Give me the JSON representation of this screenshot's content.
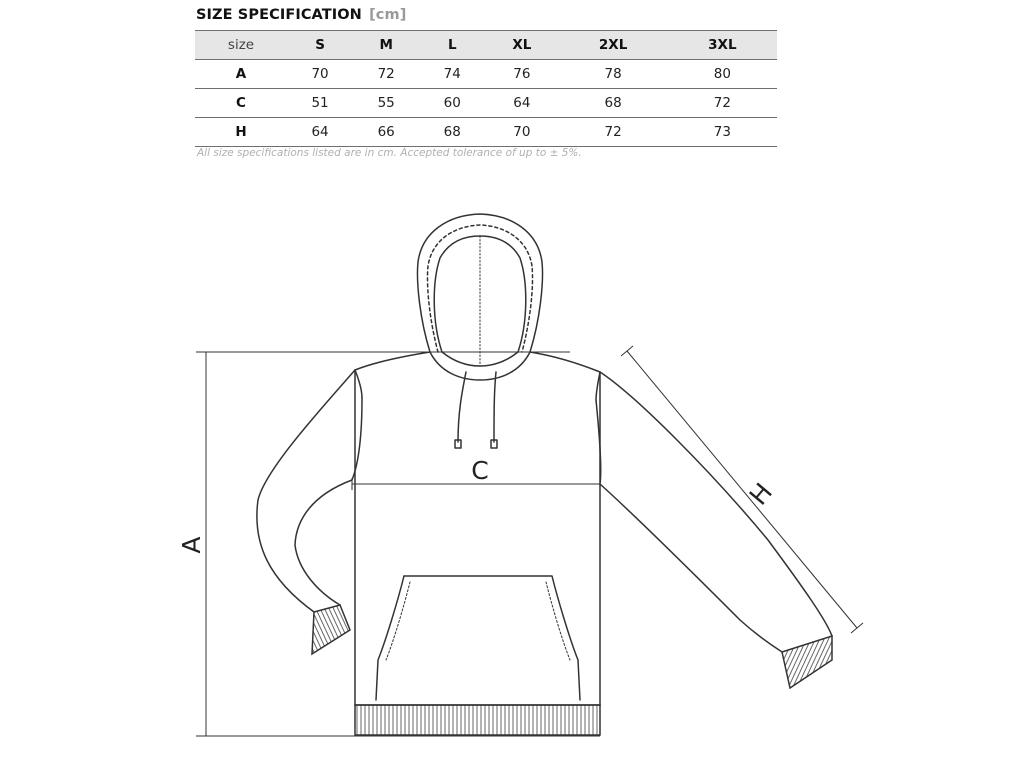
{
  "heading": {
    "title": "SIZE SPECIFICATION",
    "unit": "[cm]"
  },
  "table": {
    "header_label": "size",
    "sizes": [
      "S",
      "M",
      "L",
      "XL",
      "2XL",
      "3XL"
    ],
    "rows": [
      {
        "label": "A",
        "values": [
          "70",
          "72",
          "74",
          "76",
          "78",
          "80"
        ]
      },
      {
        "label": "C",
        "values": [
          "51",
          "55",
          "60",
          "64",
          "68",
          "72"
        ]
      },
      {
        "label": "H",
        "values": [
          "64",
          "66",
          "68",
          "70",
          "72",
          "73"
        ]
      }
    ]
  },
  "note": "All size specifications listed are in cm. Accepted tolerance of up to ± 5%.",
  "diagram": {
    "label_a": "A",
    "label_c": "C",
    "label_h": "H"
  }
}
